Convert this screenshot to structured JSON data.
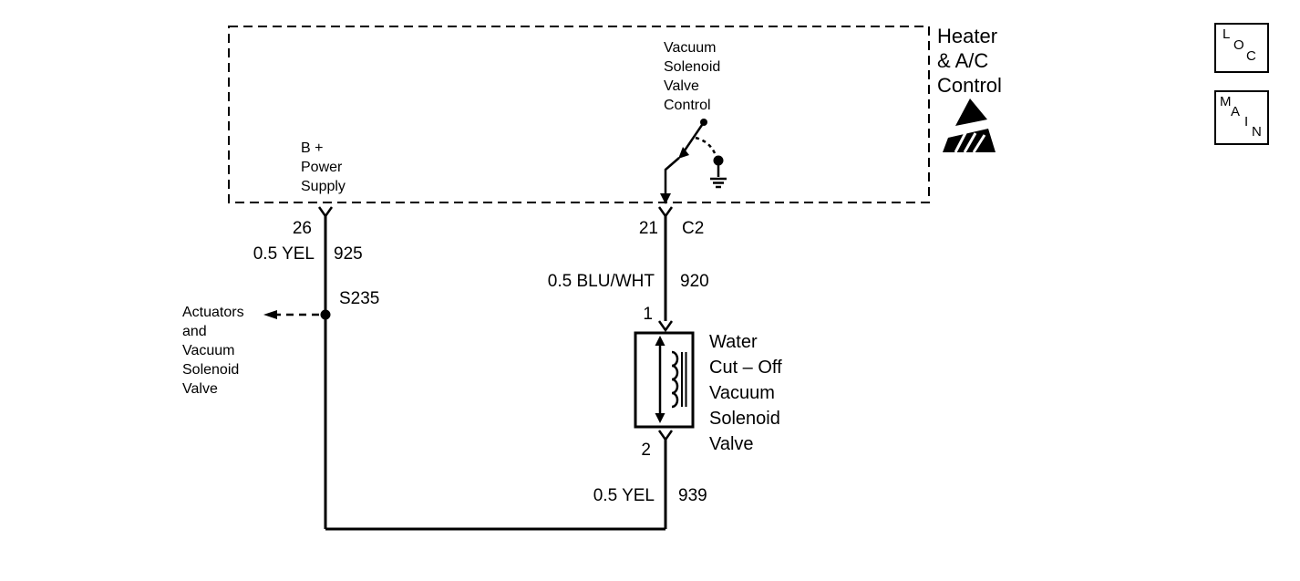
{
  "title": {
    "lines": [
      "Heater",
      "& A/C",
      "Control"
    ]
  },
  "module": {
    "vacuum_control_label": {
      "lines": [
        "Vacuum",
        "Solenoid",
        "Valve",
        "Control"
      ]
    },
    "power_supply_label": {
      "lines": [
        "B +",
        "Power",
        "Supply"
      ]
    }
  },
  "pins": {
    "pin26": "26",
    "pin21": "21",
    "connector_c2": "C2",
    "pin1": "1",
    "pin2": "2"
  },
  "wires": {
    "w925": {
      "spec": "0.5 YEL",
      "circuit": "925"
    },
    "w920": {
      "spec": "0.5 BLU/WHT",
      "circuit": "920"
    },
    "w939": {
      "spec": "0.5 YEL",
      "circuit": "939"
    }
  },
  "splice": {
    "id": "S235"
  },
  "branch": {
    "lines": [
      "Actuators",
      "and",
      "Vacuum",
      "Solenoid",
      "Valve"
    ]
  },
  "solenoid": {
    "lines": [
      "Water",
      "Cut – Off",
      "Vacuum",
      "Solenoid",
      "Valve"
    ]
  },
  "legend": {
    "loc": {
      "letters": [
        "L",
        "O",
        "C"
      ]
    },
    "main": {
      "letters": [
        "M",
        "A",
        "I",
        "N"
      ]
    }
  },
  "colors": {
    "line": "#000000",
    "background": "#ffffff"
  }
}
